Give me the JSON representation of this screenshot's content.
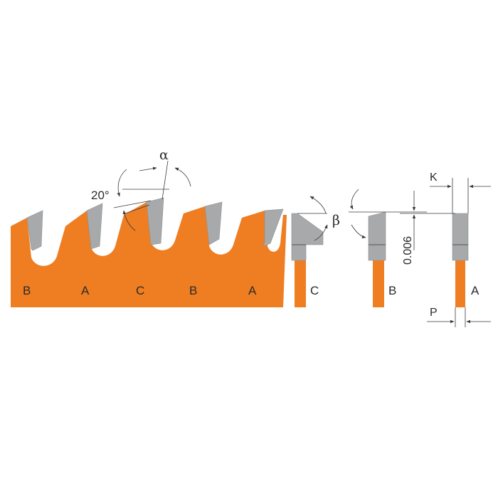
{
  "blade_labels": [
    "B",
    "A",
    "C",
    "B",
    "A"
  ],
  "profile_labels": [
    "C",
    "B",
    "A"
  ],
  "angles": {
    "hook": "20°",
    "alpha": "α",
    "beta": "β"
  },
  "dimensions": {
    "chamfer": "0.006",
    "k": "K",
    "p": "P"
  },
  "colors": {
    "blade": "#ef7d22",
    "tip": "#a7a9ab",
    "line": "#3a3a3a"
  }
}
